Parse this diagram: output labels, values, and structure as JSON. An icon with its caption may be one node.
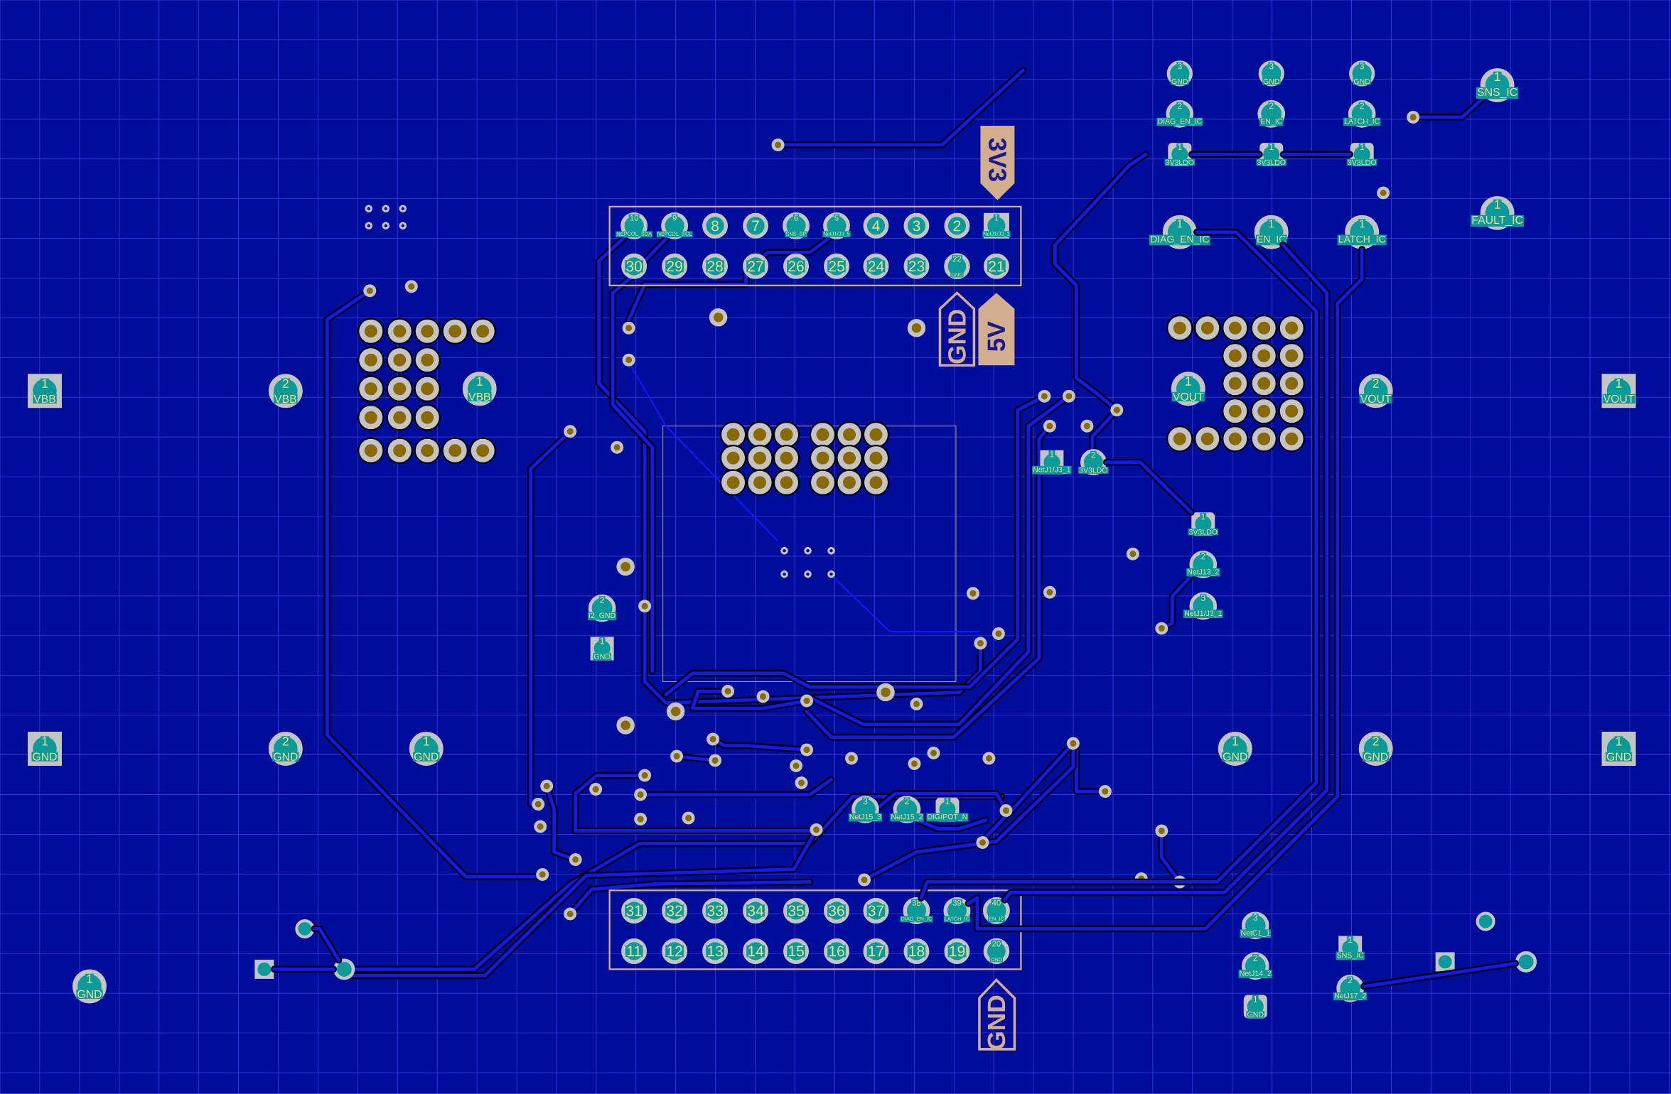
{
  "diagram": {
    "nodes": [
      {
        "text": [
          "3",
          "GND"
        ]
      },
      {
        "text": [
          "3",
          "GND"
        ]
      },
      {
        "text": [
          "3",
          "GND"
        ]
      },
      {
        "text": [
          "1",
          "SNS_IC"
        ]
      },
      {
        "text": [
          "2",
          "DIAG_EN_IC"
        ]
      },
      {
        "text": [
          "2",
          "EN_IC"
        ]
      },
      {
        "text": [
          "2",
          "LATCH_IC"
        ]
      },
      {
        "text": [
          "3V3"
        ]
      },
      {
        "text": [
          "1",
          "3V3LDO"
        ]
      },
      {
        "text": [
          "1",
          "3V3LDO"
        ]
      },
      {
        "text": [
          "1",
          "3V3LDO"
        ]
      },
      {
        "text": [
          "1",
          "FAULT_IC"
        ]
      },
      {
        "text": [],
        "shape": "box"
      },
      {
        "text": [
          "10",
          "NEPCOL_SDA"
        ],
        "in": 12
      },
      {
        "text": [
          "9",
          "NEPCOL_SCL"
        ],
        "in": 12
      },
      {
        "text": [
          "8"
        ],
        "in": 12
      },
      {
        "text": [
          "7"
        ],
        "in": 12
      },
      {
        "text": [
          "6",
          "SNS_BP"
        ],
        "in": 12
      },
      {
        "text": [
          "5",
          "NetJ1/J3_5"
        ],
        "in": 12
      },
      {
        "text": [
          "4"
        ],
        "in": 12
      },
      {
        "text": [
          "3"
        ],
        "in": 12
      },
      {
        "text": [
          "2"
        ],
        "in": 12
      },
      {
        "text": [
          "1",
          "NetJ1/J3_1"
        ],
        "in": 12
      },
      {
        "text": [
          "30"
        ],
        "in": 12
      },
      {
        "text": [
          "29"
        ],
        "in": 12
      },
      {
        "text": [
          "28"
        ],
        "in": 12
      },
      {
        "text": [
          "27"
        ],
        "in": 12
      },
      {
        "text": [
          "26"
        ],
        "in": 12
      },
      {
        "text": [
          "25"
        ],
        "in": 12
      },
      {
        "text": [
          "24"
        ],
        "in": 12
      },
      {
        "text": [
          "23"
        ],
        "in": 12
      },
      {
        "text": [
          "22",
          "GND"
        ],
        "in": 12
      },
      {
        "text": [
          "21"
        ],
        "in": 12
      },
      {
        "text": [
          "1",
          "DIAG_EN_IC"
        ]
      },
      {
        "text": [
          "1",
          "EN_IC"
        ]
      },
      {
        "text": [
          "1",
          "LATCH_IC"
        ]
      },
      {
        "text": [
          "GND"
        ]
      },
      {
        "text": [
          "5V"
        ]
      },
      {
        "text": [
          "1",
          "VBB"
        ]
      },
      {
        "text": [
          "2",
          "VBB"
        ]
      },
      {
        "text": [
          "1",
          "VBB"
        ]
      },
      {
        "text": [
          "1",
          "VOUT"
        ]
      },
      {
        "text": [
          "2",
          "VOUT"
        ]
      },
      {
        "text": [
          "1",
          "VOUT"
        ]
      },
      {
        "text": [
          "1",
          "NetJ1/J3_1"
        ]
      },
      {
        "text": [
          "2",
          "3V3LDO"
        ]
      },
      {
        "text": [
          "1",
          "3V3LDO"
        ]
      },
      {
        "text": [
          "2",
          "NetJ13_2"
        ]
      },
      {
        "text": [
          "3",
          "NetJ1/J3_1"
        ]
      },
      {
        "text": [
          "2",
          "I2_GND"
        ]
      },
      {
        "text": [
          "1",
          "GND"
        ]
      },
      {
        "text": [
          "1",
          "GND"
        ]
      },
      {
        "text": [
          "2",
          "GND"
        ]
      },
      {
        "text": [
          "1",
          "GND"
        ]
      },
      {
        "text": [
          "1",
          "GND"
        ]
      },
      {
        "text": [
          "2",
          "GND"
        ]
      },
      {
        "text": [
          "1",
          "GND"
        ]
      },
      {
        "text": [
          "3",
          "NetJ15_3"
        ]
      },
      {
        "text": [
          "2",
          "NetJ15_2"
        ]
      },
      {
        "text": [
          "1",
          "DIGIPOT_N"
        ]
      },
      {
        "text": [],
        "shape": "box"
      },
      {
        "text": [
          "31"
        ],
        "in": 60
      },
      {
        "text": [
          "32"
        ],
        "in": 60
      },
      {
        "text": [
          "33"
        ],
        "in": 60
      },
      {
        "text": [
          "34"
        ],
        "in": 60
      },
      {
        "text": [
          "35"
        ],
        "in": 60
      },
      {
        "text": [
          "36"
        ],
        "in": 60
      },
      {
        "text": [
          "37"
        ],
        "in": 60
      },
      {
        "text": [
          "38",
          "DIAG_EN_IC"
        ],
        "in": 60
      },
      {
        "text": [
          "39",
          "LATCH_IC"
        ],
        "in": 60
      },
      {
        "text": [
          "40",
          "EN_IC"
        ],
        "in": 60
      },
      {
        "text": [
          "11"
        ],
        "in": 60
      },
      {
        "text": [
          "12"
        ],
        "in": 60
      },
      {
        "text": [
          "13"
        ],
        "in": 60
      },
      {
        "text": [
          "14"
        ],
        "in": 60
      },
      {
        "text": [
          "15"
        ],
        "in": 60
      },
      {
        "text": [
          "16"
        ],
        "in": 60
      },
      {
        "text": [
          "17"
        ],
        "in": 60
      },
      {
        "text": [
          "18"
        ],
        "in": 60
      },
      {
        "text": [
          "19"
        ],
        "in": 60
      },
      {
        "text": [
          "20",
          "GND"
        ],
        "in": 60
      },
      {
        "text": [
          "3",
          "NetC1_1"
        ]
      },
      {
        "text": [
          "1",
          "SNS_IC"
        ]
      },
      {
        "text": [
          "2",
          "NetJ14_2"
        ]
      },
      {
        "text": [
          "1",
          "GND"
        ]
      },
      {
        "text": [
          "2",
          "NetJ17_2"
        ]
      },
      {
        "text": [
          "1",
          "GND"
        ]
      },
      {
        "text": [
          "GND"
        ]
      },
      {
        "text": [],
        "shape": "box"
      },
      {
        "text": [],
        "shape": "circle"
      },
      {
        "text": [],
        "shape": "circle"
      },
      {
        "text": [],
        "shape": "box"
      },
      {
        "text": [],
        "shape": "circle"
      },
      {
        "text": [],
        "shape": "circle"
      }
    ],
    "edges": [
      {
        "from": 8,
        "to": 9,
        "arrow": "none"
      },
      {
        "from": 9,
        "to": 10,
        "arrow": "none"
      },
      {
        "from": 88,
        "to": 90,
        "arrow": "none"
      },
      {
        "from": 89,
        "to": 90,
        "arrow": "none"
      },
      {
        "from": 85,
        "to": 93,
        "arrow": "none"
      },
      {
        "from": 33,
        "to": 68,
        "arrow": "none"
      },
      {
        "from": 35,
        "to": 69,
        "arrow": "none"
      },
      {
        "from": 34,
        "to": 70,
        "arrow": "none"
      },
      {
        "from": 45,
        "to": 46,
        "arrow": "none"
      }
    ]
  }
}
